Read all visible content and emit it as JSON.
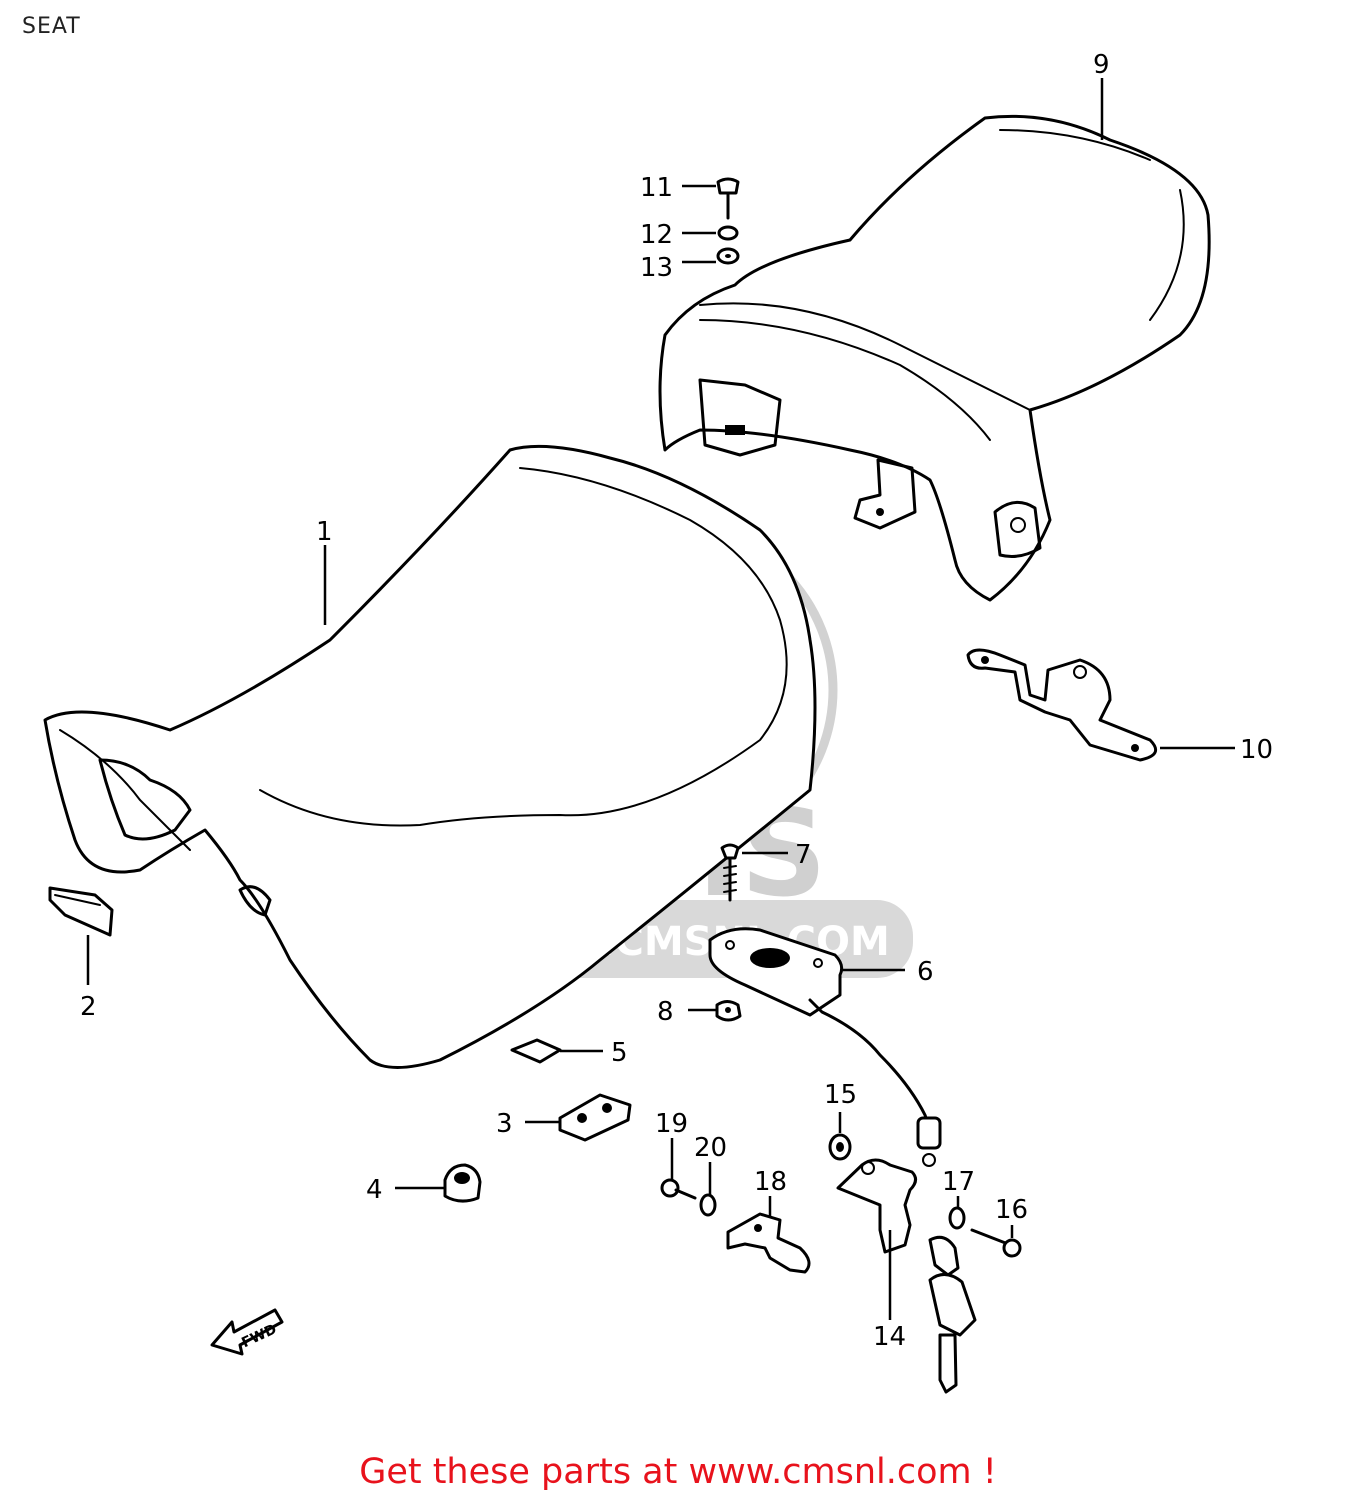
{
  "page": {
    "title": "SEAT",
    "footer": "Get these parts at www.cmsnl.com !"
  },
  "watermark": {
    "brand": "CMS",
    "url": "WWW.CMSNL.COM",
    "color": "#d0d0d0"
  },
  "direction_arrow": {
    "label": "FWD"
  },
  "callouts": {
    "c1": "1",
    "c2": "2",
    "c3": "3",
    "c4": "4",
    "c5": "5",
    "c6": "6",
    "c7": "7",
    "c8": "8",
    "c9": "9",
    "c10": "10",
    "c11": "11",
    "c12": "12",
    "c13": "13",
    "c14": "14",
    "c15": "15",
    "c16": "16",
    "c17": "17",
    "c18": "18",
    "c19": "19",
    "c20": "20"
  },
  "colors": {
    "line": "#000000",
    "footer": "#e8121c",
    "background": "#ffffff"
  }
}
